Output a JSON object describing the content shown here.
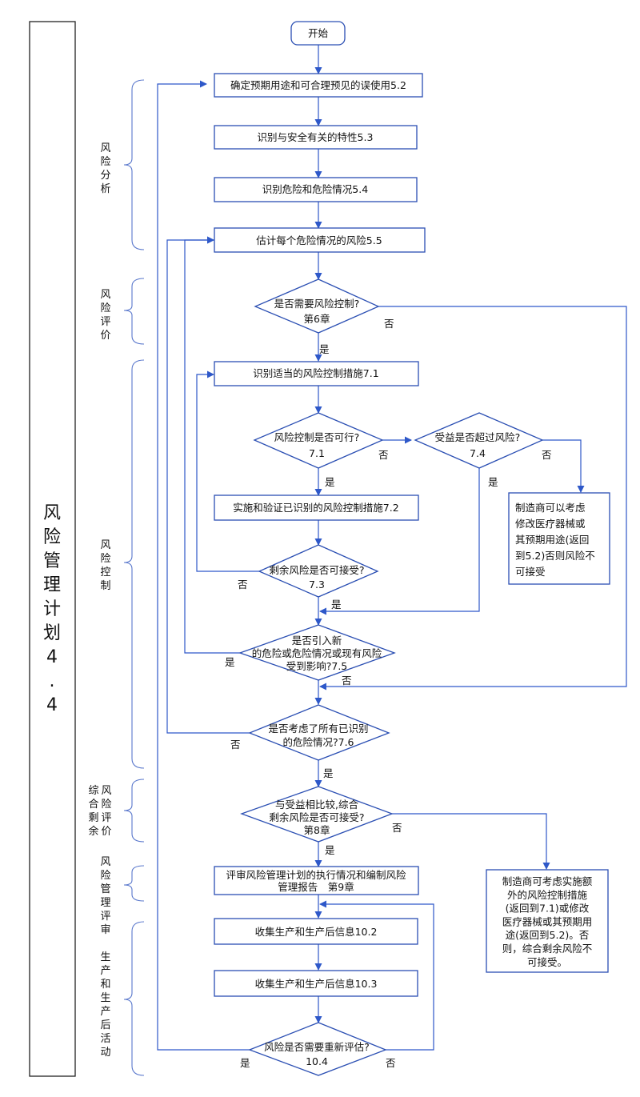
{
  "left_title": [
    "风",
    "险",
    "管",
    "理",
    "计",
    "划",
    "4",
    ".",
    "4"
  ],
  "start": "开始",
  "steps": {
    "s52": "确定预期用途和可合理预见的误使用5.2",
    "s53": "识别与安全有关的特性5.3",
    "s54": "识别危险和危险情况5.4",
    "s55": "估计每个危险情况的风险5.5",
    "s71": "识别适当的风险控制措施7.1",
    "s72": "实施和验证已识别的风险控制措施7.2",
    "s9_1": "评审风险管理计划的执行情况和编制风险",
    "s9_2": "管理报告　第9章",
    "s102": "收集生产和生产后信息10.2",
    "s103": "收集生产和生产后信息10.3"
  },
  "decisions": {
    "d6": [
      "是否需要风险控制?",
      "第6章"
    ],
    "d71": [
      "风险控制是否可行?",
      "7.1"
    ],
    "d74": [
      "受益是否超过风险?",
      "7.4"
    ],
    "d73": [
      "剩余风险是否可接受?",
      "7.3"
    ],
    "d75": [
      "是否引入新",
      "的危险或危险情况或现有风险",
      "受到影响?7.5"
    ],
    "d76": [
      "是否考虑了所有已识别",
      "的危险情况?7.6"
    ],
    "d8": [
      "与受益相比较,综合",
      "剩余风险是否可接受?",
      "第8章"
    ],
    "d104": [
      "风险是否需要重新评估?",
      "10.4"
    ]
  },
  "notes": {
    "n1": [
      "制造商可以考虑",
      "修改医疗器械或",
      "其预期用途(返回",
      "到5.2)否则风险不",
      "可接受"
    ],
    "n2": [
      "制造商可考虑实施额",
      "外的风险控制措施",
      "(返回到7.1)或修改",
      "医疗器械或其预期用",
      "途(返回到5.2)。否",
      "则，综合剩余风险不",
      "可接受。"
    ]
  },
  "labels": {
    "yes": "是",
    "no": "否"
  },
  "phases": {
    "analysis": [
      "风",
      "险",
      "分",
      "析"
    ],
    "evaluation": [
      "风",
      "险",
      "评",
      "价"
    ],
    "control": [
      "风",
      "险",
      "控",
      "制"
    ],
    "overall_col1": [
      "综",
      "合",
      "剩",
      "余"
    ],
    "overall_col2": [
      "风",
      "险",
      "评",
      "价"
    ],
    "review": [
      "风",
      "险",
      "管",
      "理",
      "评",
      "审"
    ],
    "production": [
      "生",
      "产",
      "和",
      "生",
      "产",
      "后",
      "活",
      "动"
    ]
  }
}
